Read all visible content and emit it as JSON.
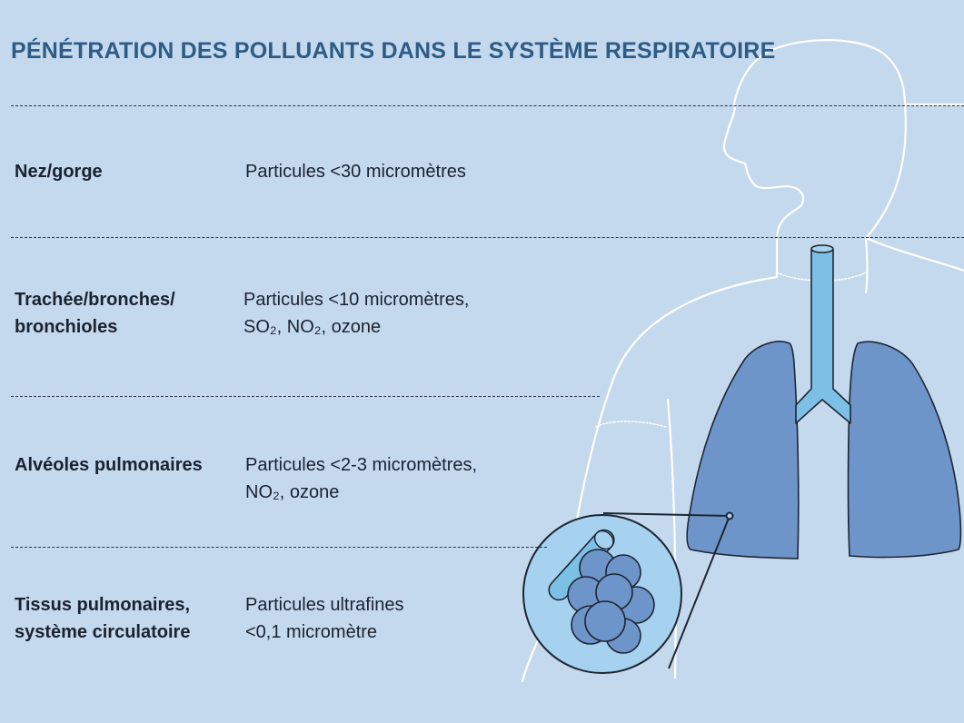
{
  "title": "PÉNÉTRATION DES POLLUANTS DANS LE SYSTÈME RESPIRATOIRE",
  "colors": {
    "background": "#c5d9ee",
    "title": "#2d5c86",
    "lungs": "#6e95c9",
    "airway": "#7dc0e6",
    "outline": "#ffffff",
    "alveoli_circle": "#a6d2f0"
  },
  "rows": [
    {
      "zone": [
        "Nez/gorge"
      ],
      "detail": [
        "Particules <30 micromètres"
      ]
    },
    {
      "zone": [
        "Trachée/bronches/",
        "bronchioles"
      ],
      "detail": [
        "Particules <10 micromètres,",
        "SO₂, NO₂, ozone"
      ]
    },
    {
      "zone": [
        "Alvéoles pulmonaires"
      ],
      "detail": [
        "Particules <2-3 micromètres,",
        "NO₂, ozone"
      ]
    },
    {
      "zone": [
        "Tissus pulmonaires,",
        "système circulatoire"
      ],
      "detail": [
        "Particules ultrafines",
        "<0,1 micromètre"
      ]
    }
  ],
  "illustration": {
    "body_outline": "human-silhouette",
    "lungs": "lungs-icon",
    "trachea": "trachea-icon",
    "magnifier": "alveoli-magnifier"
  }
}
